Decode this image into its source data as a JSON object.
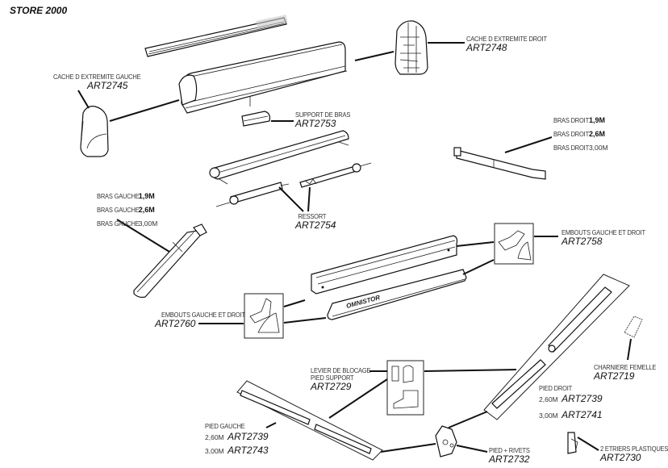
{
  "title": "STORE 2000",
  "parts": {
    "cache_gauche": {
      "name": "CACHE D EXTREMITE GAUCHE",
      "ref": "ART2745"
    },
    "cache_droit": {
      "name": "CACHE D EXTREMITE DROIT",
      "ref": "ART2748"
    },
    "support_bras": {
      "name": "SUPPORT DE BRAS",
      "ref": "ART2753"
    },
    "ressort": {
      "name": "RESSORT",
      "ref": "ART2754"
    },
    "bras_droit": {
      "name": "BRAS DROIT",
      "sizes": [
        "1,9M",
        "2,6M",
        "3,00M"
      ]
    },
    "bras_gauche": {
      "name": "BRAS GAUCHE",
      "sizes": [
        "1,9M",
        "2,6M",
        "3,00M"
      ]
    },
    "embouts_droite": {
      "name": "EMBOUTS GAUCHE ET DROIT",
      "ref": "ART2758"
    },
    "embouts_gauche": {
      "name": "EMBOUTS GAUCHE ET DROIT",
      "ref": "ART2760"
    },
    "levier": {
      "name_line1": "LEVIER DE BLOCAGE",
      "name_line2": "PIED SUPPORT",
      "ref": "ART2729"
    },
    "charniere": {
      "name": "CHARNIERE FEMELLE",
      "ref": "ART2719"
    },
    "pied_droit": {
      "name": "PIED DROIT",
      "variants": [
        {
          "size": "2,60M",
          "ref": "ART2739"
        },
        {
          "size": "3,00M",
          "ref": "ART2741"
        }
      ]
    },
    "pied_gauche": {
      "name": "PIED GAUCHE",
      "variants": [
        {
          "size": "2,60M",
          "ref": "ART2739"
        },
        {
          "size": "3,00M",
          "ref": "ART2743"
        }
      ]
    },
    "pied_rivets": {
      "name": "PIED + RIVETS",
      "ref": "ART2732"
    },
    "etriers": {
      "name": "2 ETRIERS PLASTIQUES",
      "ref": "ART2730"
    }
  },
  "brand_mark": "OMNISTOR"
}
